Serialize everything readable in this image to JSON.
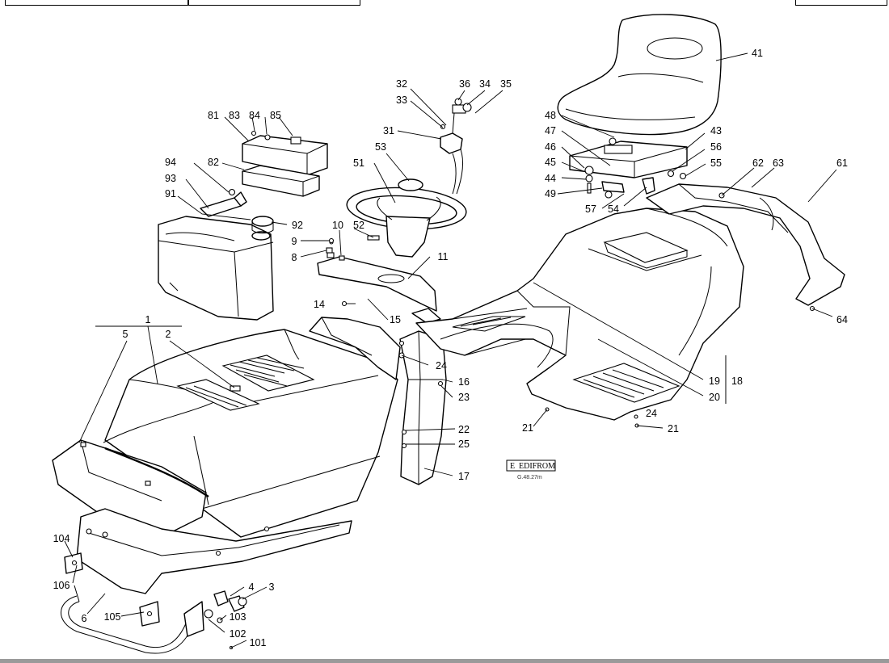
{
  "diagram": {
    "parts": [
      {
        "id": "p1",
        "text": "1"
      },
      {
        "id": "p2",
        "text": "2"
      },
      {
        "id": "p3",
        "text": "3"
      },
      {
        "id": "p4",
        "text": "4"
      },
      {
        "id": "p5",
        "text": "5"
      },
      {
        "id": "p6",
        "text": "6"
      },
      {
        "id": "p8",
        "text": "8"
      },
      {
        "id": "p9",
        "text": "9"
      },
      {
        "id": "p10",
        "text": "10"
      },
      {
        "id": "p11",
        "text": "11"
      },
      {
        "id": "p14",
        "text": "14"
      },
      {
        "id": "p15",
        "text": "15"
      },
      {
        "id": "p16",
        "text": "16"
      },
      {
        "id": "p17",
        "text": "17"
      },
      {
        "id": "p18",
        "text": "18"
      },
      {
        "id": "p19",
        "text": "19"
      },
      {
        "id": "p20",
        "text": "20"
      },
      {
        "id": "p21a",
        "text": "21"
      },
      {
        "id": "p21b",
        "text": "21"
      },
      {
        "id": "p22",
        "text": "22"
      },
      {
        "id": "p23",
        "text": "23"
      },
      {
        "id": "p24a",
        "text": "24"
      },
      {
        "id": "p24b",
        "text": "24"
      },
      {
        "id": "p25",
        "text": "25"
      },
      {
        "id": "p31",
        "text": "31"
      },
      {
        "id": "p32",
        "text": "32"
      },
      {
        "id": "p33",
        "text": "33"
      },
      {
        "id": "p34",
        "text": "34"
      },
      {
        "id": "p35",
        "text": "35"
      },
      {
        "id": "p36",
        "text": "36"
      },
      {
        "id": "p41",
        "text": "41"
      },
      {
        "id": "p43",
        "text": "43"
      },
      {
        "id": "p44",
        "text": "44"
      },
      {
        "id": "p45",
        "text": "45"
      },
      {
        "id": "p46",
        "text": "46"
      },
      {
        "id": "p47",
        "text": "47"
      },
      {
        "id": "p48",
        "text": "48"
      },
      {
        "id": "p49",
        "text": "49"
      },
      {
        "id": "p51",
        "text": "51"
      },
      {
        "id": "p52",
        "text": "52"
      },
      {
        "id": "p53",
        "text": "53"
      },
      {
        "id": "p54",
        "text": "54"
      },
      {
        "id": "p55",
        "text": "55"
      },
      {
        "id": "p56",
        "text": "56"
      },
      {
        "id": "p57",
        "text": "57"
      },
      {
        "id": "p61",
        "text": "61"
      },
      {
        "id": "p62",
        "text": "62"
      },
      {
        "id": "p63",
        "text": "63"
      },
      {
        "id": "p64",
        "text": "64"
      },
      {
        "id": "p81",
        "text": "81"
      },
      {
        "id": "p82",
        "text": "82"
      },
      {
        "id": "p83",
        "text": "83"
      },
      {
        "id": "p84",
        "text": "84"
      },
      {
        "id": "p85",
        "text": "85"
      },
      {
        "id": "p91",
        "text": "91"
      },
      {
        "id": "p92",
        "text": "92"
      },
      {
        "id": "p93",
        "text": "93"
      },
      {
        "id": "p94",
        "text": "94"
      },
      {
        "id": "p101",
        "text": "101"
      },
      {
        "id": "p102",
        "text": "102"
      },
      {
        "id": "p103",
        "text": "103"
      },
      {
        "id": "p104",
        "text": "104"
      },
      {
        "id": "p105",
        "text": "105"
      },
      {
        "id": "p106",
        "text": "106"
      }
    ],
    "logo": {
      "letter": "E",
      "name": "EDIFROM",
      "code": "G.48.27m"
    }
  }
}
